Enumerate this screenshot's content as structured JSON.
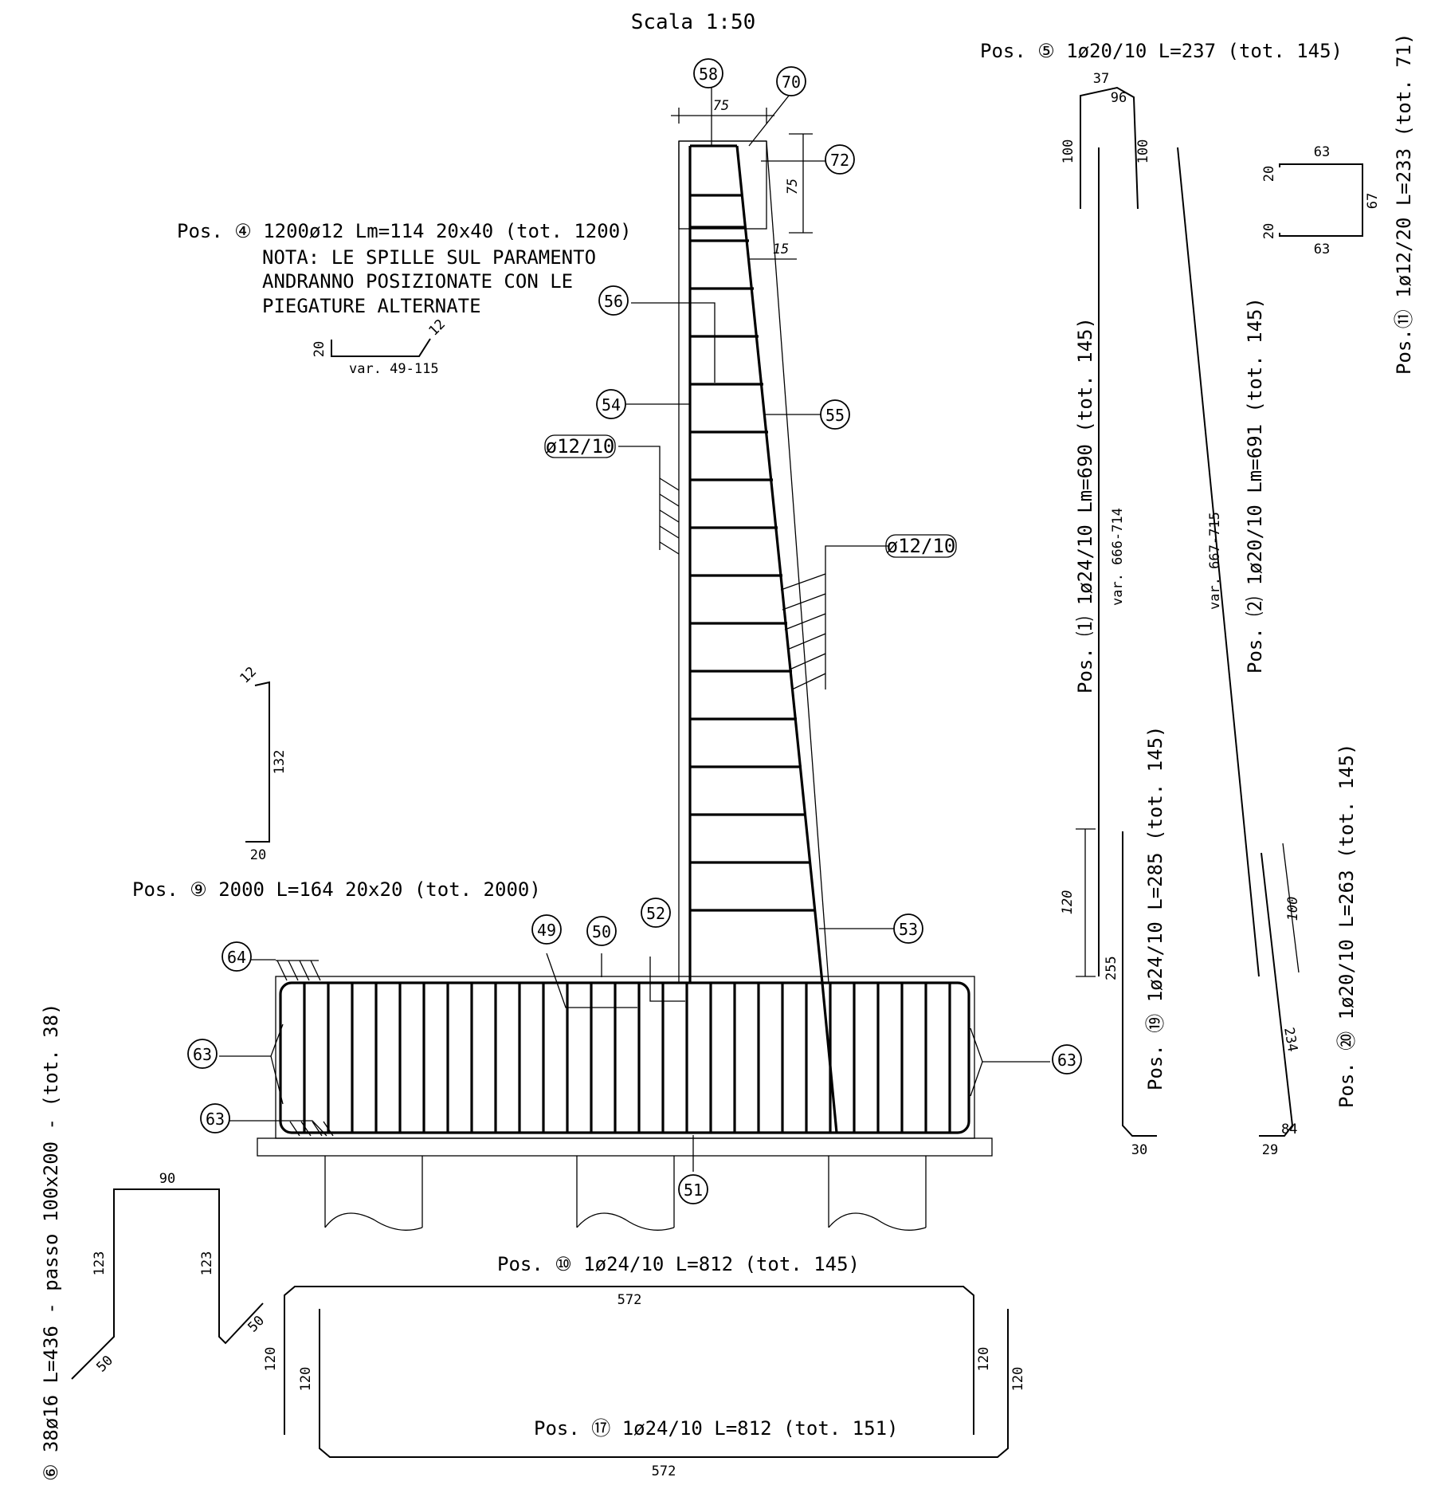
{
  "title": "Scala 1:50",
  "labels": {
    "pos58": "Pos. ⑤ 1ø20/10 L=237 (tot. 145)",
    "pos56": "Pos. ④ 1200ø12 Lm=114 20x40 (tot. 1200)",
    "note1": "NOTA: LE SPILLE SUL PARAMENTO",
    "note2": "ANDRANNO POSIZIONATE CON LE",
    "note3": "PIEGATURE ALTERNATE",
    "pos49": "Pos. ⑨ 2000 L=164 20x20 (tot. 2000)",
    "pos50": "Pos. ⑩ 1ø24/10 L=812 (tot. 145)",
    "pos51": "Pos. ⑰ 1ø24/10 L=812 (tot. 151)",
    "pos54": "Pos. ⑴ 1ø24/10 Lm=690 (tot. 145)",
    "pos55": "Pos. ⑵ 1ø20/10 Lm=691 (tot. 145)",
    "pos52": "Pos. ⑲ 1ø24/10 L=285 (tot. 145)",
    "pos53": "Pos. ⑳ 1ø20/10 L=263 (tot. 145)",
    "pos70": "Pos.⑪ 1ø12/20 L=233 (tot. 71)",
    "pos57": "⑥ 38ø16 L=436 - passo 100x200 - (tot. 38)",
    "phi1": "ø12/10",
    "phi2": "ø12/10",
    "var54": "var. 666-714",
    "var55": "var. 667-715",
    "var56": "var. 49-115"
  },
  "markers": [
    "58",
    "70",
    "72",
    "56",
    "54",
    "55",
    "53",
    "49",
    "50",
    "52",
    "64",
    "63",
    "63",
    "63",
    "51"
  ],
  "dims": {
    "d75a": "75",
    "d75b": "75",
    "d15": "15",
    "d37": "37",
    "d96": "96",
    "d100a": "100",
    "d100b": "100",
    "d63a": "63",
    "d63b": "63",
    "d20a": "20",
    "d20b": "20",
    "d67": "67",
    "d20c": "20",
    "d12a": "12",
    "d132": "132",
    "d20d": "20",
    "d12b": "12",
    "d120a": "120",
    "d255": "255",
    "d30": "30",
    "d100c": "100",
    "d234": "234",
    "d84": "84",
    "d29": "29",
    "d90": "90",
    "d123a": "123",
    "d123b": "123",
    "d50a": "50",
    "d50b": "50",
    "d572a": "572",
    "d120b": "120",
    "d120c": "120",
    "d120d": "120",
    "d120e": "120",
    "d572b": "572"
  }
}
